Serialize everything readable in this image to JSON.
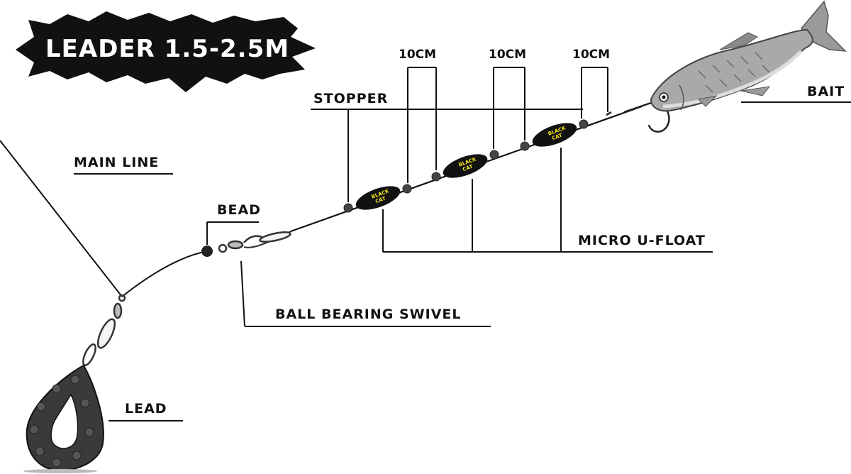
{
  "title": "LEADER 1.5-2.5M",
  "labels": {
    "main_line": "MAIN LINE",
    "bead": "BEAD",
    "stopper": "STOPPER",
    "ball_bearing_swivel": "BALL BEARING SWIVEL",
    "micro_u_float": "MICRO U-FLOAT",
    "lead": "LEAD",
    "bait": "BAIT"
  },
  "spacing": [
    "10CM",
    "10CM",
    "10CM"
  ],
  "float_brand": [
    "BLACK",
    "CAT"
  ],
  "colors": {
    "ink": "#111111",
    "float_text": "#f2e21a",
    "fish_body": "#a9a9a9",
    "lead_body": "#3a3a3a"
  }
}
